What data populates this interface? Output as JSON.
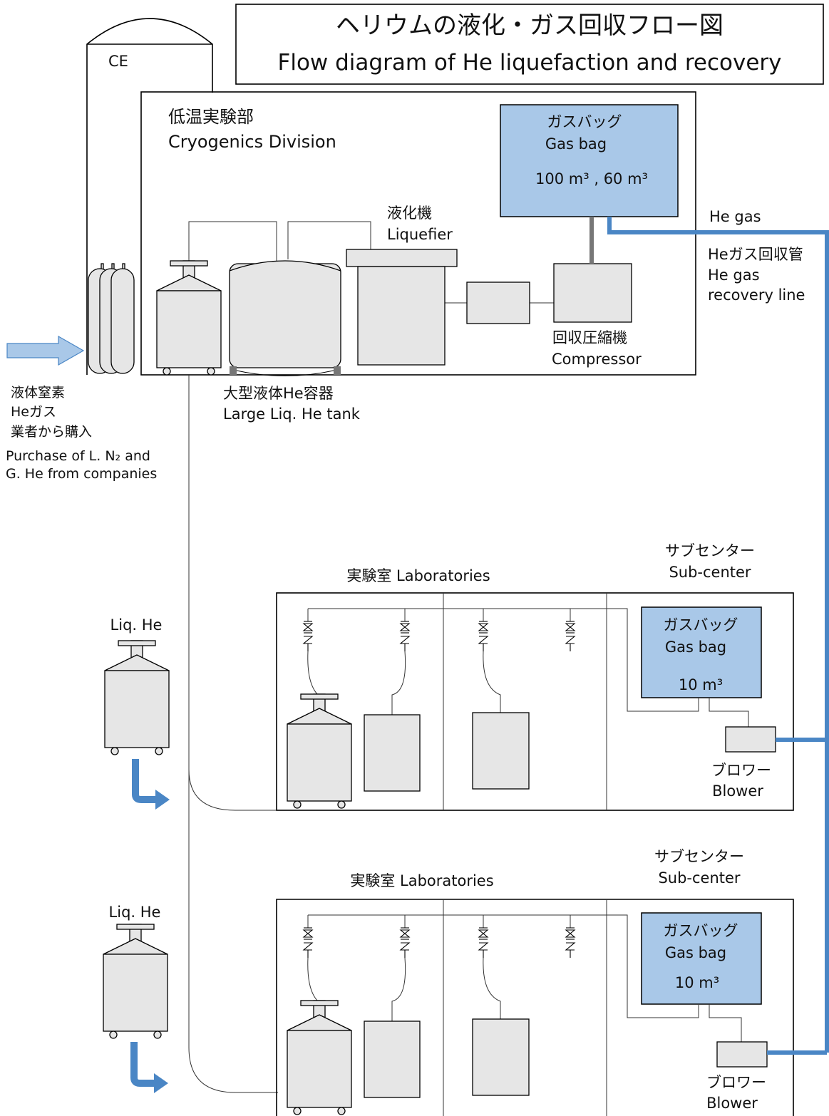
{
  "title": {
    "jp": "ヘリウムの液化・ガス回収フロー図",
    "en": "Flow diagram of He liquefaction and recovery"
  },
  "ce_label": "CE",
  "cryo_division": {
    "jp": "低温実験部",
    "en": "Cryogenics Division"
  },
  "main_gas_bag": {
    "jp": "ガスバッグ",
    "en": "Gas bag",
    "capacity": "100 m³ , 60 m³"
  },
  "liquefier": {
    "jp": "液化機",
    "en": "Liquefier"
  },
  "compressor": {
    "jp": "回収圧縮機",
    "en": "Compressor"
  },
  "he_gas": "He gas",
  "recovery_line": {
    "jp": "Heガス回収管",
    "en_line1": "He gas",
    "en_line2": "recovery line"
  },
  "large_tank": {
    "jp": "大型液体He容器",
    "en": "Large Liq. He tank"
  },
  "purchase": {
    "jp_line1": "液体窒素",
    "jp_line2": "Heガス",
    "jp_line3": "業者から購入",
    "en_line1": "Purchase of L. N₂ and",
    "en_line2": "G. He from companies"
  },
  "labs": [
    {
      "laboratories": "実験室 Laboratories",
      "subcenter_jp": "サブセンター",
      "subcenter_en": "Sub-center",
      "gas_bag_jp": "ガスバッグ",
      "gas_bag_en": "Gas bag",
      "gas_bag_capacity": "10 m³",
      "blower_jp": "ブロワー",
      "blower_en": "Blower",
      "liq_he": "Liq. He"
    },
    {
      "laboratories": "実験室 Laboratories",
      "subcenter_jp": "サブセンター",
      "subcenter_en": "Sub-center",
      "gas_bag_jp": "ガスバッグ",
      "gas_bag_en": "Gas bag",
      "gas_bag_capacity": "10 m³",
      "blower_jp": "ブロワー",
      "blower_en": "Blower",
      "liq_he": "Liq. He"
    }
  ],
  "colors": {
    "gas_bag_fill": "#a9c8e8",
    "pipe": "#4a86c5",
    "equipment": "#e6e6e6"
  }
}
